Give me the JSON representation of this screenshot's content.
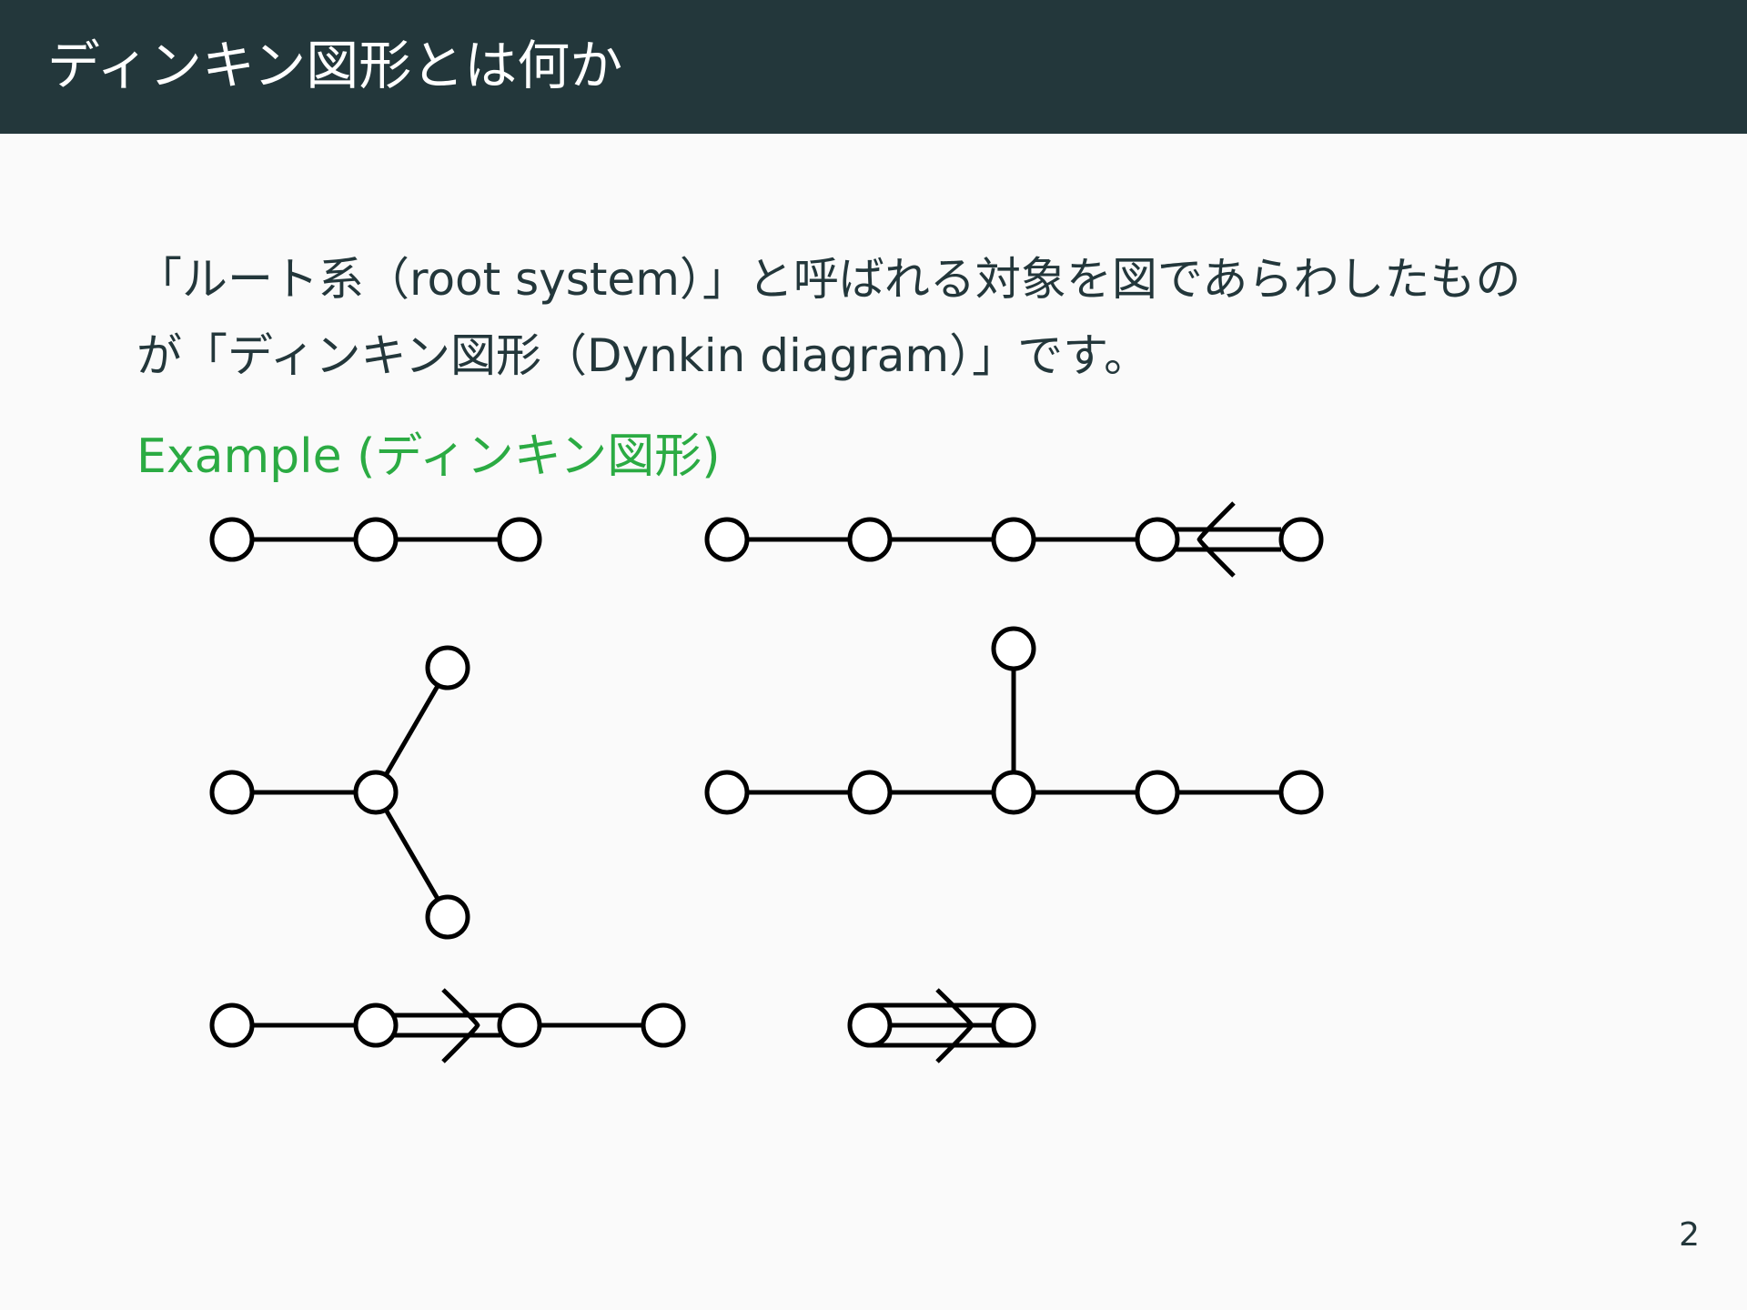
{
  "header": {
    "title": "ディンキン図形とは何か"
  },
  "body": {
    "line1": "「ルート系（root system）」と呼ばれる対象を図であらわしたもの",
    "line2": "が「ディンキン図形（Dynkin diagram）」です。"
  },
  "example": {
    "title": "Example (ディンキン図形)"
  },
  "page_number": "2",
  "colors": {
    "header_bg": "#23373b",
    "accent": "#2bab43",
    "text": "#23373b",
    "background": "#fafafa"
  }
}
